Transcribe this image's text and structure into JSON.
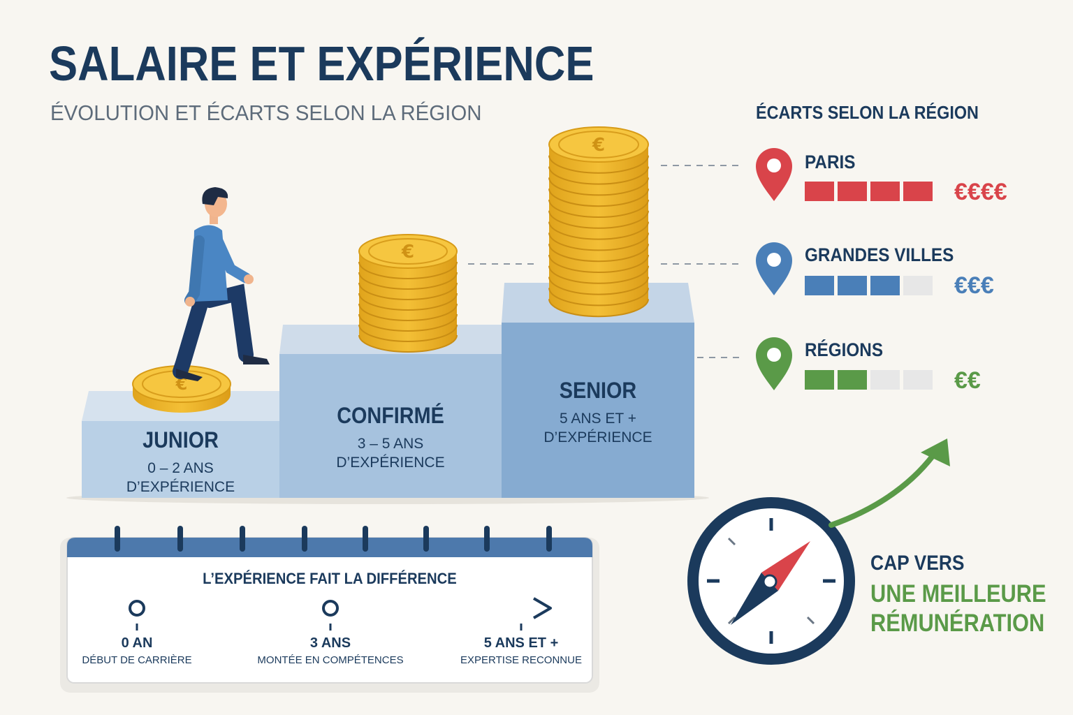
{
  "header": {
    "title": "SALAIRE ET EXPÉRIENCE",
    "subtitle": "ÉVOLUTION ET ÉCARTS SELON LA RÉGION"
  },
  "levels": [
    {
      "title": "JUNIOR",
      "line1": "0 – 2 ANS",
      "line2": "D’EXPÉRIENCE"
    },
    {
      "title": "CONFIRMÉ",
      "line1": "3 – 5 ANS",
      "line2": "D’EXPÉRIENCE"
    },
    {
      "title": "SENIOR",
      "line1": "5 ANS ET +",
      "line2": "D’EXPÉRIENCE"
    }
  ],
  "regions": {
    "heading": "ÉCARTS SELON LA RÉGION",
    "items": [
      {
        "name": "PARIS",
        "level": 4,
        "max": 4,
        "euros": "€€€€",
        "color": "#d9444a",
        "icon": "map-pin-icon"
      },
      {
        "name": "GRANDES VILLES",
        "level": 3,
        "max": 4,
        "euros": "€€€",
        "color": "#4a7fb8",
        "icon": "map-pin-icon"
      },
      {
        "name": "RÉGIONS",
        "level": 2,
        "max": 4,
        "euros": "€€",
        "color": "#5a9a48",
        "icon": "map-pin-icon"
      }
    ]
  },
  "timeline": {
    "title": "L’EXPÉRIENCE FAIT LA DIFFÉRENCE",
    "points": [
      {
        "label": "0 AN",
        "sub": "DÉBUT DE CARRIÈRE"
      },
      {
        "label": "3 ANS",
        "sub": "MONTÉE EN COMPÉTENCES"
      },
      {
        "label": "5 ANS ET +",
        "sub": "EXPERTISE RECONNUE"
      }
    ]
  },
  "compass": {
    "line1": "CAP VERS",
    "line2": "UNE MEILLEURE",
    "line3": "RÉMUNÉRATION",
    "icon": "compass-icon"
  },
  "colors": {
    "navy": "#1b3a5c",
    "gold": "#f0b82c",
    "green": "#5a9a48",
    "red": "#d9444a",
    "blue": "#4a7fb8"
  }
}
